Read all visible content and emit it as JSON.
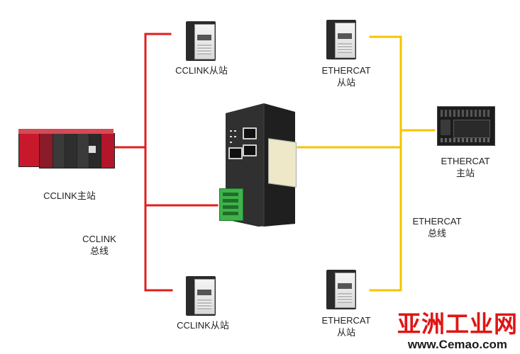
{
  "colors": {
    "cclink_bus": "#e01e1e",
    "ethercat_bus": "#f5c400",
    "logo_red": "#e01515"
  },
  "labels": {
    "cclink_slave_top": "CCLINK从站",
    "cclink_slave_bottom": "CCLINK从站",
    "cclink_master": "CCLINK主站",
    "cclink_bus_line1": "CCLINK",
    "cclink_bus_line2": "总线",
    "ethercat_slave_top_line1": "ETHERCAT",
    "ethercat_slave_top_line2": "从站",
    "ethercat_slave_bottom_line1": "ETHERCAT",
    "ethercat_slave_bottom_line2": "从站",
    "ethercat_master_line1": "ETHERCAT",
    "ethercat_master_line2": "主站",
    "ethercat_bus_line1": "ETHERCAT",
    "ethercat_bus_line2": "总线"
  },
  "watermark": {
    "cn": "亚洲工业网",
    "en": "www.Cemao.com"
  },
  "icons": [
    "servo-drive-icon",
    "gateway-device-icon",
    "plc-rack-icon",
    "ethercat-plc-icon"
  ]
}
